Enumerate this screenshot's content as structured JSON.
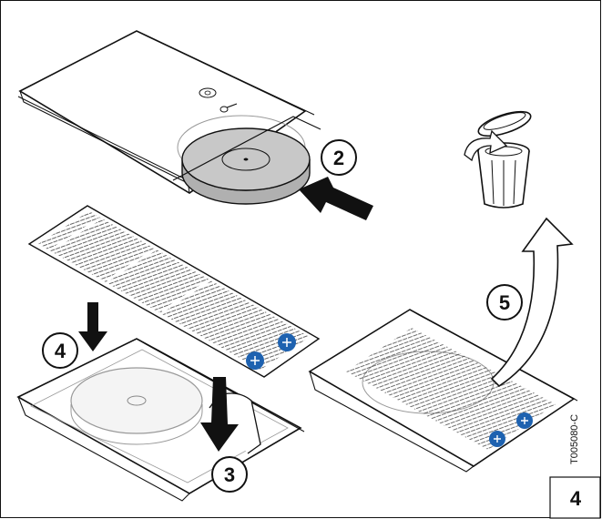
{
  "figure": {
    "number": "4",
    "reference_code": "T005080-C"
  },
  "steps": [
    {
      "id": "step-2",
      "label": "2"
    },
    {
      "id": "step-3",
      "label": "3"
    },
    {
      "id": "step-4",
      "label": "4"
    },
    {
      "id": "step-5",
      "label": "5"
    }
  ],
  "colors": {
    "outline": "#111111",
    "disc_fill": "#c8c8c8",
    "icon_blue": "#1e62b0",
    "background": "#ffffff"
  },
  "icons": [
    "trash-bin-icon",
    "arrow-icon",
    "blue-safety-symbol-icon"
  ]
}
